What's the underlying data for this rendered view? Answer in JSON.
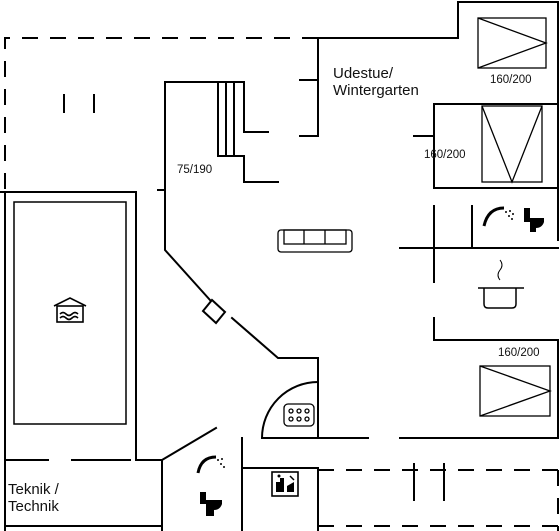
{
  "colors": {
    "wall": "#000000",
    "background": "#ffffff",
    "dashed": "#000000"
  },
  "rooms": {
    "conservatory": {
      "line1": "Udestue/",
      "line2": "Wintergarten"
    },
    "technical": {
      "line1": "Teknik /",
      "line2": "Technik"
    }
  },
  "beds": {
    "bed_top_right": "160/200",
    "bed_mid_right": "160/200",
    "bed_lower_right": "160/200",
    "bunk_upper_left": "75/190"
  },
  "icons": [
    "pool-icon",
    "sofa-icon",
    "shower-icon",
    "toilet-icon",
    "cooking-pot-icon",
    "whirlpool-icon",
    "sauna-icon"
  ]
}
